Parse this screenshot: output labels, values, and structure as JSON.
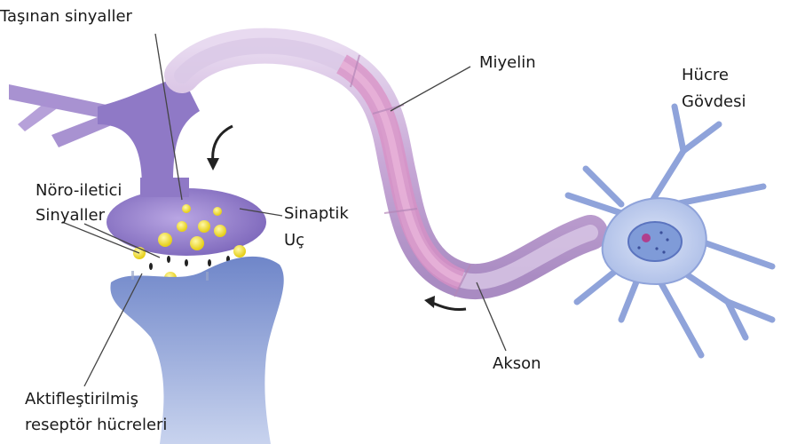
{
  "labels": {
    "tasinan_sinyaller": "Taşınan sinyaller",
    "miyelin": "Miyelin",
    "hucre_line1": "Hücre",
    "hucre_line2": "Gövdesi",
    "noro_line1": "Nöro-iletici",
    "noro_line2": "Sinyaller",
    "sinaptik_line1": "Sinaptik",
    "sinaptik_line2": "Uç",
    "akson": "Akson",
    "aktif_line1": "Aktifleştirilmiş",
    "aktif_line2": "reseptör hücreleri"
  },
  "colors": {
    "axon_purple": "#c9a6d6",
    "myelin_band": "#d98fc4",
    "terminal_purple": "#8f7cc9",
    "receptor_blue": "#7f95cf",
    "cell_body_blue": "#c7d3ef",
    "vesicle_yellow": "#f2e03a",
    "leader_line": "#444444"
  },
  "icons": {
    "arrow_down": "curved-arrow-down-icon",
    "arrow_left": "curved-arrow-left-icon"
  }
}
